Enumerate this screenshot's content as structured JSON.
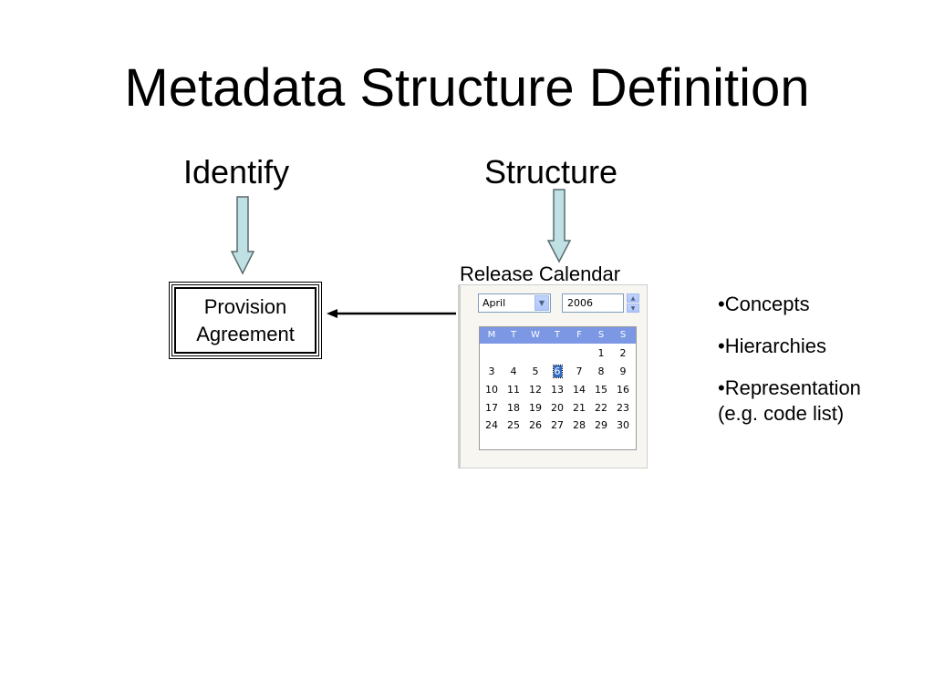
{
  "slide": {
    "title": "Metadata Structure Definition",
    "identify_heading": "Identify",
    "structure_heading": "Structure",
    "calendar_caption": "Release Calendar",
    "provision_box_text": "Provision\nAgreement",
    "bullets": [
      "•Concepts",
      "•Hierarchies",
      "•Representation",
      "(e.g. code list)"
    ]
  },
  "calendar": {
    "month": "April",
    "year": "2006",
    "weekdays": [
      "M",
      "T",
      "W",
      "T",
      "F",
      "S",
      "S"
    ],
    "weeks": [
      [
        "",
        "",
        "",
        "",
        "",
        "1",
        "2"
      ],
      [
        "3",
        "4",
        "5",
        "6",
        "7",
        "8",
        "9"
      ],
      [
        "10",
        "11",
        "12",
        "13",
        "14",
        "15",
        "16"
      ],
      [
        "17",
        "18",
        "19",
        "20",
        "21",
        "22",
        "23"
      ],
      [
        "24",
        "25",
        "26",
        "27",
        "28",
        "29",
        "30"
      ]
    ],
    "selected_day": "6",
    "header_color": "#7c97e4",
    "selected_color": "#316ac5"
  },
  "colors": {
    "arrow_fill": "#bfe1e3",
    "arrow_stroke": "#5a6a6e"
  }
}
